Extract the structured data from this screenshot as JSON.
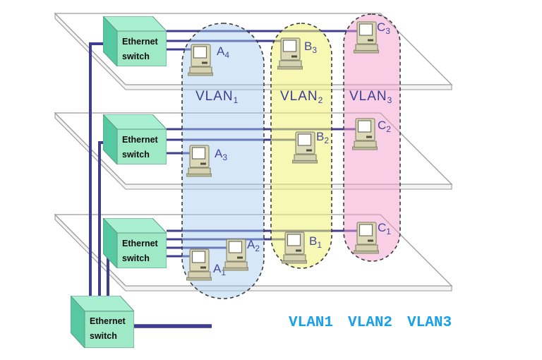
{
  "diagram": {
    "type": "network-vlan-diagram",
    "caption": {
      "items": [
        "VLAN1",
        "VLAN2",
        "VLAN3"
      ],
      "color": "#18a0e8"
    }
  },
  "switches": [
    {
      "id": "switch-floor-3",
      "label": [
        "Ethernet",
        "switch"
      ]
    },
    {
      "id": "switch-floor-2",
      "label": [
        "Ethernet",
        "switch"
      ]
    },
    {
      "id": "switch-floor-1",
      "label": [
        "Ethernet",
        "switch"
      ]
    },
    {
      "id": "switch-backbone",
      "label": [
        "Ethernet",
        "switch"
      ]
    }
  ],
  "vlans": [
    {
      "id": "vlan1",
      "label_base": "VLAN",
      "label_sub": "1",
      "fill": "rgba(165,205,238,0.45)",
      "members": [
        "A1",
        "A2",
        "A3",
        "A4"
      ]
    },
    {
      "id": "vlan2",
      "label_base": "VLAN",
      "label_sub": "2",
      "fill": "rgba(242,242,120,0.55)",
      "members": [
        "B1",
        "B2",
        "B3"
      ]
    },
    {
      "id": "vlan3",
      "label_base": "VLAN",
      "label_sub": "3",
      "fill": "rgba(244,160,205,0.5)",
      "members": [
        "C1",
        "C2",
        "C3"
      ]
    }
  ],
  "computers": [
    {
      "id": "A4",
      "label_base": "A",
      "label_sub": "4",
      "vlan": "vlan1"
    },
    {
      "id": "B3",
      "label_base": "B",
      "label_sub": "3",
      "vlan": "vlan2"
    },
    {
      "id": "C3",
      "label_base": "C",
      "label_sub": "3",
      "vlan": "vlan3"
    },
    {
      "id": "A3",
      "label_base": "A",
      "label_sub": "3",
      "vlan": "vlan1"
    },
    {
      "id": "B2",
      "label_base": "B",
      "label_sub": "2",
      "vlan": "vlan2"
    },
    {
      "id": "C2",
      "label_base": "C",
      "label_sub": "2",
      "vlan": "vlan3"
    },
    {
      "id": "A1",
      "label_base": "A",
      "label_sub": "1",
      "vlan": "vlan1"
    },
    {
      "id": "A2",
      "label_base": "A",
      "label_sub": "2",
      "vlan": "vlan1"
    },
    {
      "id": "B1",
      "label_base": "B",
      "label_sub": "1",
      "vlan": "vlan2"
    },
    {
      "id": "C1",
      "label_base": "C",
      "label_sub": "1",
      "vlan": "vlan3"
    }
  ],
  "colors": {
    "link_line": "#3d3d92",
    "switch_top": "#a9f0d2",
    "switch_front": "#9fe9c6",
    "switch_side": "#57c9a2",
    "floor_edge": "#9a9a9a",
    "vlan_border": "#3c3c3c",
    "computer_label_text": "#4646a0",
    "vlan_label_text": "#3d3d92",
    "caption_text": "#18a0e8"
  }
}
